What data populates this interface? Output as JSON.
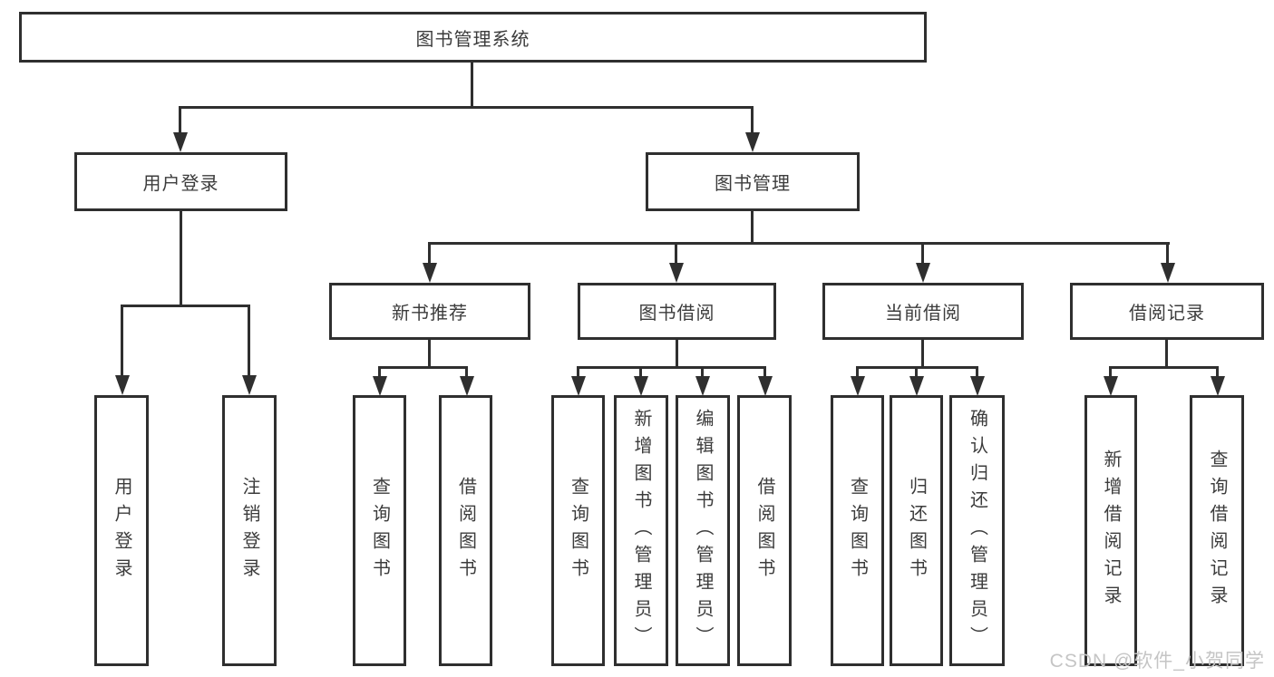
{
  "diagram": {
    "root_label": "图书管理系统",
    "level2": {
      "user_login": "用户登录",
      "book_mgmt": "图书管理"
    },
    "level3": {
      "new_book": "新书推荐",
      "book_borrow": "图书借阅",
      "current_borrow": "当前借阅",
      "borrow_records": "借阅记录"
    },
    "leaves": {
      "login": [
        "用户登录",
        "注销登录"
      ],
      "new_book": [
        "查询图书",
        "借阅图书"
      ],
      "book_borrow": [
        "查询图书",
        "新增图书（管理员）",
        "编辑图书（管理员）",
        "借阅图书"
      ],
      "current_borrow": [
        "查询图书",
        "归还图书",
        "确认归还（管理员）"
      ],
      "borrow_records": [
        "新增借阅记录",
        "查询借阅记录"
      ]
    },
    "colors": {
      "line": "#2f2f2f",
      "text": "#3c3c3c",
      "watermark": "#c5c5c5",
      "background": "#ffffff"
    },
    "watermark": "CSDN @软件_小贺同学"
  }
}
